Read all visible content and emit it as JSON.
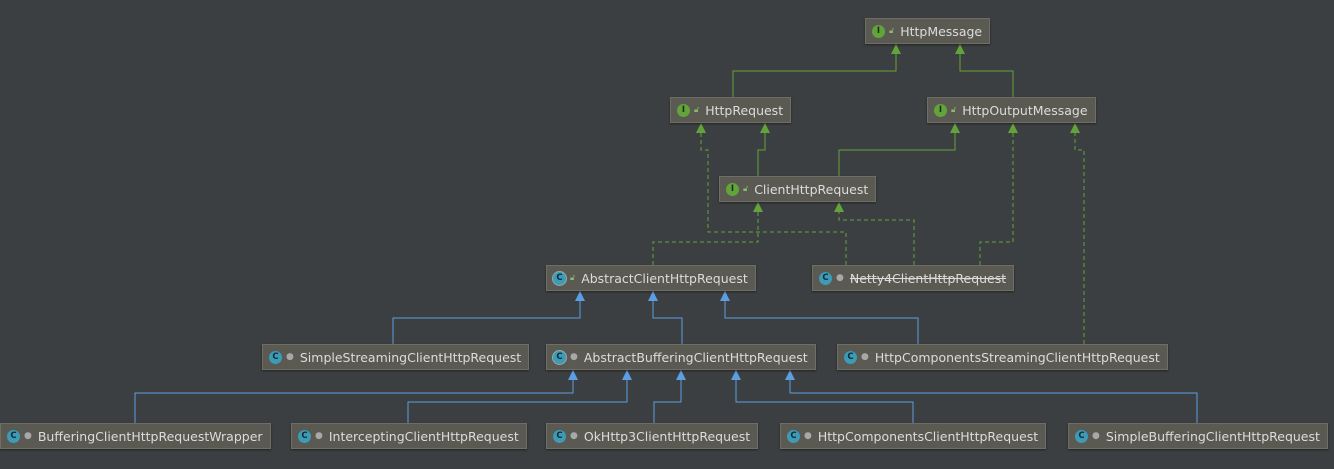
{
  "diagram": {
    "nodes": [
      {
        "id": "HttpMessage",
        "label": "HttpMessage",
        "kind": "interface",
        "kind_glyph": "I",
        "access_icon": "lock-open-icon"
      },
      {
        "id": "HttpRequest",
        "label": "HttpRequest",
        "kind": "interface",
        "kind_glyph": "I",
        "access_icon": "lock-open-icon"
      },
      {
        "id": "HttpOutputMessage",
        "label": "HttpOutputMessage",
        "kind": "interface",
        "kind_glyph": "I",
        "access_icon": "lock-open-icon"
      },
      {
        "id": "ClientHttpRequest",
        "label": "ClientHttpRequest",
        "kind": "interface",
        "kind_glyph": "I",
        "access_icon": "lock-open-icon"
      },
      {
        "id": "AbstractClientHttpRequest",
        "label": "AbstractClientHttpRequest",
        "kind": "abstract",
        "kind_glyph": "C",
        "access_icon": "lock-open-icon"
      },
      {
        "id": "Netty4ClientHttpRequest",
        "label": "Netty4ClientHttpRequest",
        "kind": "class",
        "kind_glyph": "C",
        "access_icon": "package-dot-icon",
        "deprecated": true
      },
      {
        "id": "SimpleStreamingClientHttpRequest",
        "label": "SimpleStreamingClientHttpRequest",
        "kind": "class",
        "kind_glyph": "C",
        "access_icon": "package-dot-icon"
      },
      {
        "id": "AbstractBufferingClientHttpRequest",
        "label": "AbstractBufferingClientHttpRequest",
        "kind": "abstract",
        "kind_glyph": "C",
        "access_icon": "package-dot-icon"
      },
      {
        "id": "HttpComponentsStreamingClientHttpRequest",
        "label": "HttpComponentsStreamingClientHttpRequest",
        "kind": "class",
        "kind_glyph": "C",
        "access_icon": "package-dot-icon"
      },
      {
        "id": "BufferingClientHttpRequestWrapper",
        "label": "BufferingClientHttpRequestWrapper",
        "kind": "class",
        "kind_glyph": "C",
        "access_icon": "package-dot-icon"
      },
      {
        "id": "InterceptingClientHttpRequest",
        "label": "InterceptingClientHttpRequest",
        "kind": "class",
        "kind_glyph": "C",
        "access_icon": "package-dot-icon"
      },
      {
        "id": "OkHttp3ClientHttpRequest",
        "label": "OkHttp3ClientHttpRequest",
        "kind": "class",
        "kind_glyph": "C",
        "access_icon": "package-dot-icon"
      },
      {
        "id": "HttpComponentsClientHttpRequest",
        "label": "HttpComponentsClientHttpRequest",
        "kind": "class",
        "kind_glyph": "C",
        "access_icon": "package-dot-icon"
      },
      {
        "id": "SimpleBufferingClientHttpRequest",
        "label": "SimpleBufferingClientHttpRequest",
        "kind": "class",
        "kind_glyph": "C",
        "access_icon": "package-dot-icon"
      }
    ],
    "edges": [
      {
        "from": "HttpRequest",
        "to": "HttpMessage",
        "type": "extends-interface"
      },
      {
        "from": "HttpOutputMessage",
        "to": "HttpMessage",
        "type": "extends-interface"
      },
      {
        "from": "ClientHttpRequest",
        "to": "HttpRequest",
        "type": "extends-interface"
      },
      {
        "from": "ClientHttpRequest",
        "to": "HttpOutputMessage",
        "type": "extends-interface"
      },
      {
        "from": "AbstractClientHttpRequest",
        "to": "ClientHttpRequest",
        "type": "implements"
      },
      {
        "from": "Netty4ClientHttpRequest",
        "to": "ClientHttpRequest",
        "type": "implements"
      },
      {
        "from": "Netty4ClientHttpRequest",
        "to": "HttpRequest",
        "type": "implements"
      },
      {
        "from": "Netty4ClientHttpRequest",
        "to": "HttpOutputMessage",
        "type": "implements"
      },
      {
        "from": "SimpleStreamingClientHttpRequest",
        "to": "AbstractClientHttpRequest",
        "type": "extends"
      },
      {
        "from": "AbstractBufferingClientHttpRequest",
        "to": "AbstractClientHttpRequest",
        "type": "extends"
      },
      {
        "from": "HttpComponentsStreamingClientHttpRequest",
        "to": "AbstractClientHttpRequest",
        "type": "extends"
      },
      {
        "from": "HttpComponentsStreamingClientHttpRequest",
        "to": "HttpOutputMessage",
        "type": "implements"
      },
      {
        "from": "BufferingClientHttpRequestWrapper",
        "to": "AbstractBufferingClientHttpRequest",
        "type": "extends"
      },
      {
        "from": "InterceptingClientHttpRequest",
        "to": "AbstractBufferingClientHttpRequest",
        "type": "extends"
      },
      {
        "from": "OkHttp3ClientHttpRequest",
        "to": "AbstractBufferingClientHttpRequest",
        "type": "extends"
      },
      {
        "from": "HttpComponentsClientHttpRequest",
        "to": "AbstractBufferingClientHttpRequest",
        "type": "extends"
      },
      {
        "from": "SimpleBufferingClientHttpRequest",
        "to": "AbstractBufferingClientHttpRequest",
        "type": "extends"
      }
    ],
    "colors": {
      "background": "#3c3f41",
      "interface_edge": "#62a33c",
      "class_edge": "#5c9ee0",
      "implements_edge": "#62a33c"
    }
  }
}
